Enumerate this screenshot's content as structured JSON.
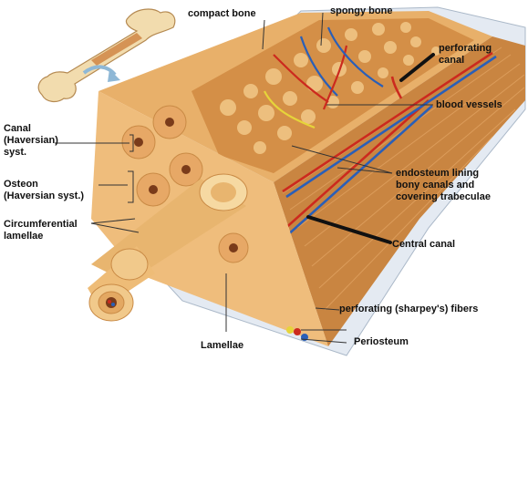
{
  "labels": {
    "compact_bone": "compact bone",
    "spongy_bone": "spongy bone",
    "perforating_canal": [
      "perforating",
      "canal"
    ],
    "blood_vessels": "blood vessels",
    "canal_haversian": [
      "Canal",
      "(Haversian)",
      "syst."
    ],
    "osteon": [
      "Osteon",
      "(Haversian syst.)"
    ],
    "endosteum": [
      "endosteum lining",
      "bony canals and",
      "covering trabeculae"
    ],
    "circumferential_lamellae": [
      "Circumferential",
      "lamellae"
    ],
    "central_canal": "Central canal",
    "perforating_fibers": "perforating (sharpey's) fibers",
    "lamellae": "Lamellae",
    "periosteum": "Periosteum"
  },
  "colors": {
    "bone_light": "#f1c98b",
    "bone_mid": "#e3a862",
    "bone_dark": "#c98a45",
    "spongy": "#d99a55",
    "vessel_red": "#cc2a1e",
    "vessel_blue": "#2a5fb8",
    "periosteum": "#dfe6f0",
    "pointer": "#111111"
  }
}
